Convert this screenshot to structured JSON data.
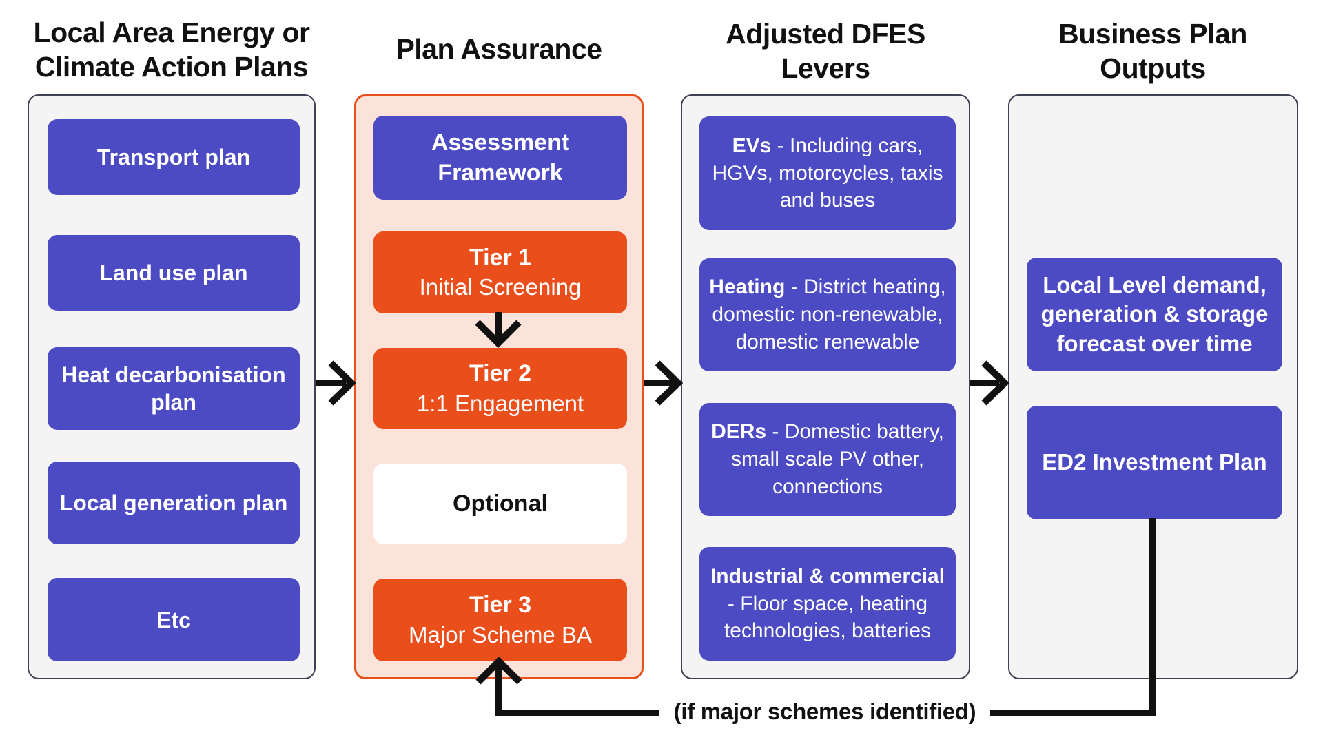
{
  "diagram": {
    "columns": [
      {
        "header": "Local Area Energy or Climate Action Plans",
        "boxes": [
          {
            "text": "Transport plan"
          },
          {
            "text": "Land use plan"
          },
          {
            "text": "Heat decarbonisation plan"
          },
          {
            "text": "Local generation plan"
          },
          {
            "text": "Etc"
          }
        ]
      },
      {
        "header": "Plan Assurance",
        "boxes": [
          {
            "title": "Assessment Framework"
          },
          {
            "title": "Tier 1",
            "subtitle": "Initial Screening"
          },
          {
            "title": "Tier 2",
            "subtitle": "1:1 Engagement"
          },
          {
            "title": "Optional"
          },
          {
            "title": "Tier 3",
            "subtitle": "Major Scheme BA"
          }
        ]
      },
      {
        "header": "Adjusted DFES Levers",
        "boxes": [
          {
            "lead": "EVs",
            "rest": " - Including cars, HGVs, motorcycles, taxis and buses"
          },
          {
            "lead": "Heating",
            "rest": " - District heating, domestic non-renewable, domestic renewable"
          },
          {
            "lead": "DERs",
            "rest": " - Domestic battery, small scale PV other, connections"
          },
          {
            "lead": "Industrial & commercial",
            "rest": " - Floor space, heating technologies, batteries"
          }
        ]
      },
      {
        "header": "Business Plan Outputs",
        "boxes": [
          {
            "text": "Local Level demand, generation & storage forecast over time"
          },
          {
            "text": "ED2 Investment Plan"
          }
        ]
      }
    ],
    "feedback_note": "(if major schemes identified)"
  },
  "colors": {
    "purple": "#4D4BC3",
    "orange": "#E94E1B",
    "orange_border": "#E8501B",
    "pink_background": "#FBE3DA",
    "gray_background": "#F4F4F5",
    "container_border": "#3E4254",
    "text_black": "#111111",
    "text_white": "#FFFFFF"
  }
}
